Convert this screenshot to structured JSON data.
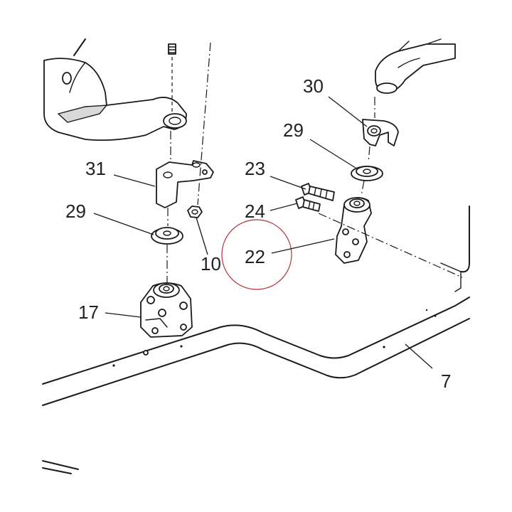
{
  "highlight_color": "#b2323c",
  "callouts": {
    "c30": "30",
    "c29_right": "29",
    "c23": "23",
    "c24": "24",
    "c22": "22",
    "c31": "31",
    "c29_left": "29",
    "c10": "10",
    "c17": "17",
    "c7": "7"
  }
}
